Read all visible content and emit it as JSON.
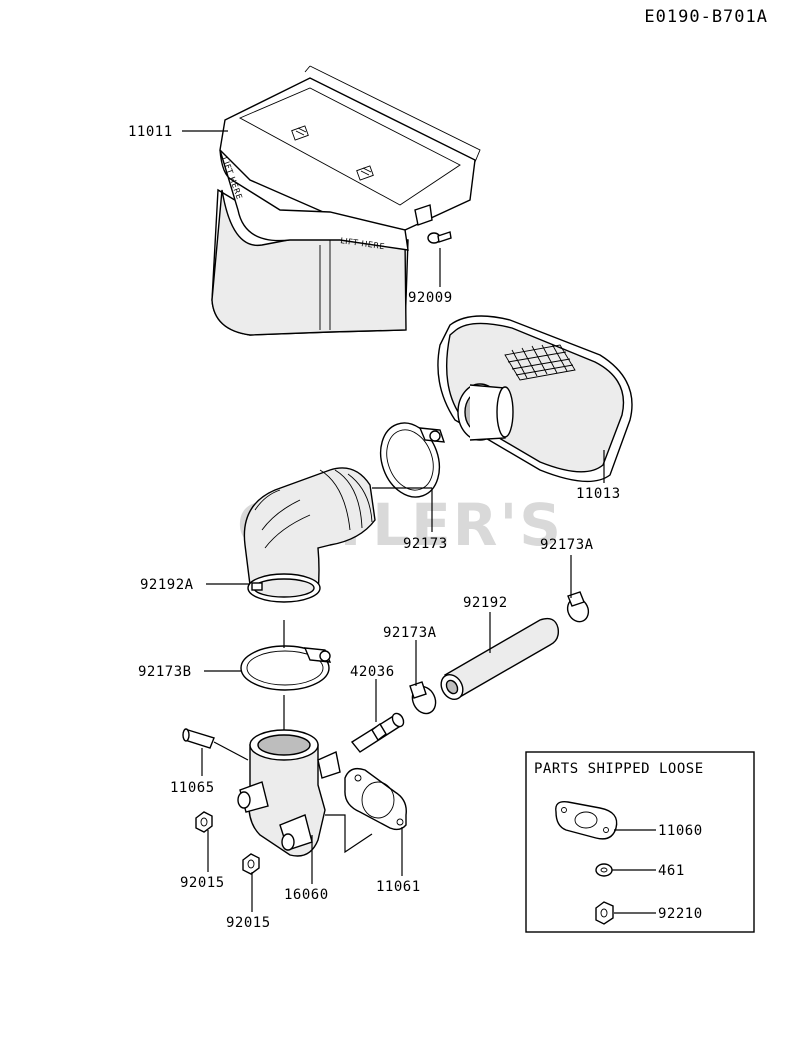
{
  "diagram_code": "E0190-B701A",
  "watermark": "CUTLER'S",
  "callouts": {
    "p11011": "11011",
    "p92009": "92009",
    "p11013": "11013",
    "p92173": "92173",
    "p92173A_top": "92173A",
    "p92192A": "92192A",
    "p92192": "92192",
    "p92173A_mid": "92173A",
    "p92173B": "92173B",
    "p42036": "42036",
    "p11065": "11065",
    "p92015_a": "92015",
    "p16060": "16060",
    "p11061": "11061",
    "p92015_b": "92015"
  },
  "loose_parts": {
    "title": "PARTS SHIPPED LOOSE",
    "p11060": "11060",
    "p461": "461",
    "p92210": "92210"
  },
  "decals": {
    "lift_here_1": "LIFT HERE",
    "lift_here_2": "LIFT HERE"
  }
}
